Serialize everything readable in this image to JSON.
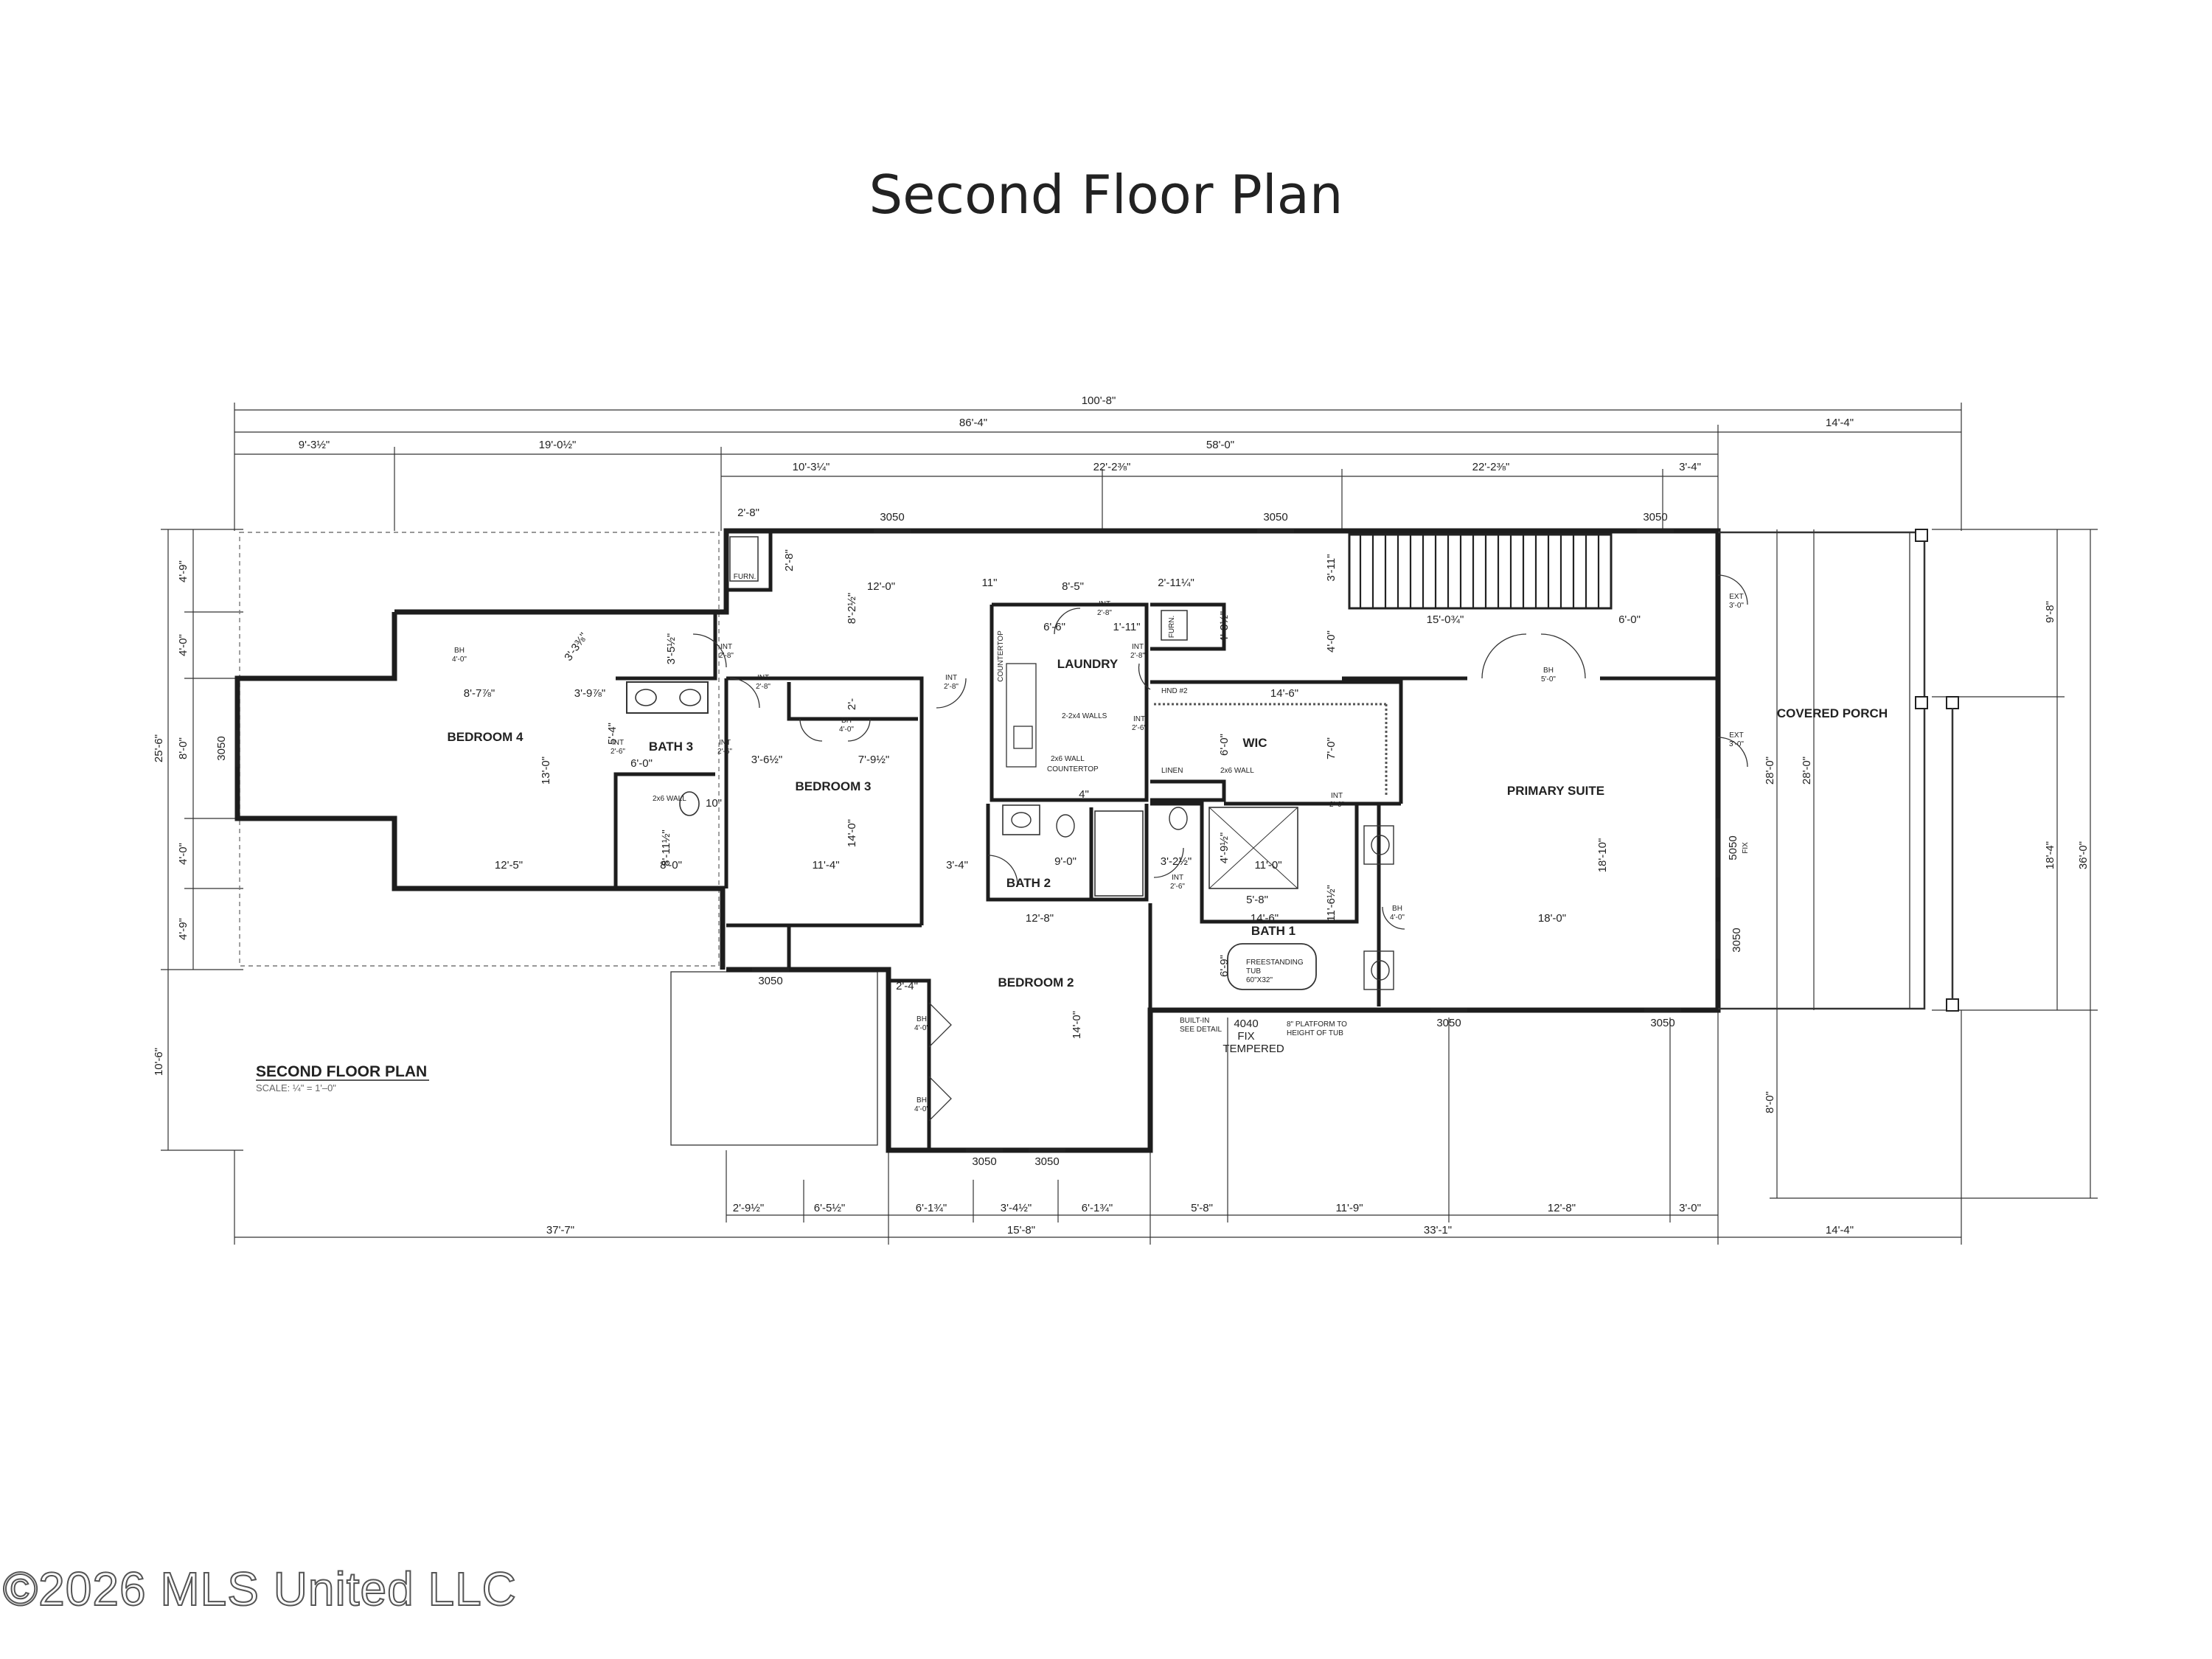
{
  "title": "Second Floor Plan",
  "watermark": "©2026 MLS United LLC",
  "plan_label": "SECOND FLOOR PLAN",
  "scale_label": "SCALE: ¼\" = 1'–0\"",
  "rooms": {
    "bedroom4": "BEDROOM 4",
    "bath3": "BATH 3",
    "bedroom3": "BEDROOM 3",
    "laundry": "LAUNDRY",
    "wic": "WIC",
    "primary_suite": "PRIMARY SUITE",
    "bath2": "BATH 2",
    "bath1": "BATH 1",
    "bedroom2": "BEDROOM 2",
    "covered_porch": "COVERED PORCH"
  },
  "top_dims": {
    "overall": "100'-8\"",
    "row2_a": "86'-4\"",
    "row2_b": "14'-4\"",
    "row3_a": "9'-3½\"",
    "row3_b": "19'-0½\"",
    "row3_c": "58'-0\"",
    "row4_a": "10'-3¼\"",
    "row4_b": "22'-2⅜\"",
    "row4_c": "22'-2⅜\"",
    "row4_d": "3'-4\""
  },
  "bottom_dims": {
    "row1_a": "2'-9½\"",
    "row1_b": "6'-5½\"",
    "row1_c": "6'-1¾\"",
    "row1_d": "3'-4½\"",
    "row1_e": "6'-1¾\"",
    "row1_f": "5'-8\"",
    "row1_g": "11'-9\"",
    "row1_h": "12'-8\"",
    "row1_i": "3'-0\"",
    "row2_a": "37'-7\"",
    "row2_b": "15'-8\"",
    "row2_c": "33'-1\"",
    "row2_d": "14'-4\""
  },
  "left_dims": {
    "a": "4'-9\"",
    "b": "4'-0\"",
    "c": "8'-0\"",
    "d": "4'-0\"",
    "e": "4'-9\"",
    "overall": "25'-6\"",
    "f": "10'-6\""
  },
  "right_dims": {
    "a": "9'-8\"",
    "b": "28'-0\"",
    "c": "28'-0\"",
    "d": "18'-4\"",
    "e": "36'-0\"",
    "f": "8'-0\""
  },
  "windows": {
    "w_top1": "3050",
    "w_top2": "3050",
    "w_top3": "3050",
    "w_left": "3050",
    "w_bed3": "3050",
    "w_bed2a": "3050",
    "w_bed2b": "3050",
    "w_prim1": "3050",
    "w_prim2": "3050",
    "w_fix": "5050",
    "w_fix_sub": "FIX",
    "w_side": "3050",
    "w_4040": "4040",
    "w_4040_sub": "FIX",
    "w_4040_sub2": "TEMPERED"
  },
  "interior_dims": {
    "bed4_closet": "8'-7⅞\"",
    "bed4_w": "12'-5\"",
    "bed4_h": "13'-0\"",
    "bed4_angle": "3'-3⅜\"",
    "bed4_b": "3'-9⅞\"",
    "bath3_a": "6'-0\"",
    "bath3_b": "5'-4\"",
    "bath3_c": "10\"",
    "bath3_d": "8'-11½\"",
    "bath3_e": "8'-0\"",
    "hall_a": "3'-5½\"",
    "hall_b": "12'-0\"",
    "hall_c": "8'-2½\"",
    "bed3_a": "3'-6½\"",
    "bed3_b": "7'-9½\"",
    "bed3_c": "2'-",
    "bed3_d": "11'-4\"",
    "bed3_e": "14'-0\"",
    "bed3_f": "3'-4\"",
    "furn_a": "2'-8\"",
    "furn_b": "2'-8\"",
    "laundry_a": "8'-5\"",
    "laundry_b": "6'-6\"",
    "laundry_c": "1'-11\"",
    "laundry_d": "2'-11¼\"",
    "laundry_e": "4'-3½\"",
    "laundry_f": "11\"",
    "laundry_g": "4\"",
    "wic_a": "14'-6\"",
    "wic_b": "6'-0\"",
    "wic_c": "7'-0\"",
    "wic_d": "4'-0\"",
    "stair_a": "15'-0¾\"",
    "stair_b": "6'-0\"",
    "stair_c": "3'-11\"",
    "bath2_a": "9'-0\"",
    "bath1_a": "3'-2½\"",
    "bath1_b": "4'-9½\"",
    "bath1_c": "11'-0\"",
    "bath1_d": "5'-8\"",
    "bath1_e": "14'-6\"",
    "bath1_f": "11'-6½\"",
    "bath1_g": "6'-9\"",
    "prim_a": "18'-10\"",
    "prim_b": "18'-0\"",
    "bed2_a": "12'-8\"",
    "bed2_b": "14'-0\"",
    "bed2_c": "2'-4\""
  },
  "notes": {
    "int": "INT",
    "int_28": "2'-8\"",
    "int_26": "2'-6\"",
    "bh": "BH",
    "bh_40": "4'-0\"",
    "bh_50": "5'-0\"",
    "ext": "EXT",
    "ext_30": "3'-0\"",
    "furn": "FURN.",
    "walls_2x4": "2-2x4 WALLS",
    "wall_2x6": "2x6 WALL",
    "wall_2x6b": "2x6 WALL",
    "countertop": "COUNTERTOP",
    "countertop_v": "COUNTERTOP",
    "linen": "LINEN",
    "freestanding": "FREESTANDING",
    "tub": "TUB",
    "tub_size": "60\"X32\"",
    "builtin": "BUILT-IN",
    "see_detail": "SEE DETAIL",
    "platform": "8\" PLATFORM TO",
    "platform2": "HEIGHT OF TUB",
    "hnd": "HND #2"
  }
}
